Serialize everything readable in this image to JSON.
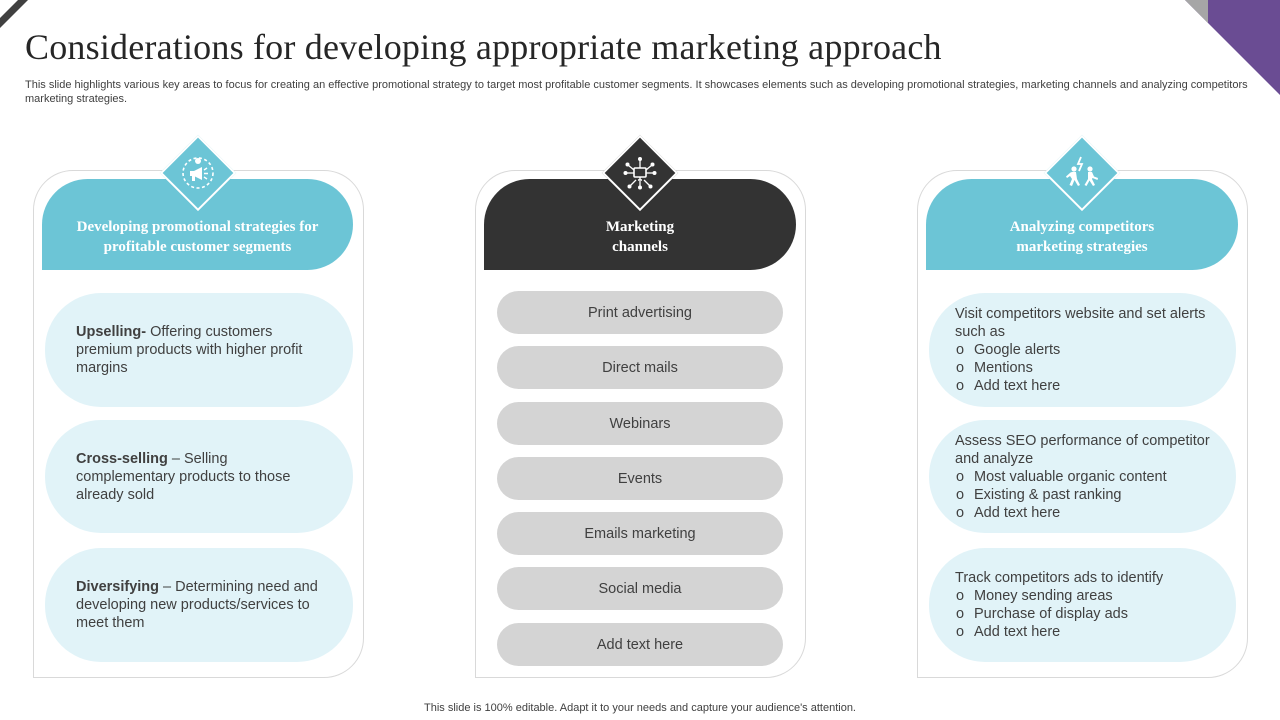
{
  "title": "Considerations for developing appropriate marketing approach",
  "subtitle": "This slide highlights various key areas to focus for creating an effective promotional strategy to target most profitable customer segments. It showcases elements such as developing promotional strategies, marketing channels and analyzing competitors marketing strategies.",
  "footer": "This slide is 100% editable. Adapt it to your needs and capture your audience's attention.",
  "colors": {
    "accent_blue": "#6cc5d6",
    "dark_header": "#333333",
    "light_blue_pill": "#e1f3f8",
    "grey_pill": "#d4d4d4",
    "corner_purple": "#6a4c93"
  },
  "columns": [
    {
      "icon": "megaphone-icon",
      "header": "Developing promotional strategies for profitable customer segments",
      "items": [
        {
          "bold": "Upselling-",
          "text": " Offering customers premium products with higher profit margins"
        },
        {
          "bold": "Cross-selling",
          "text": " – Selling complementary products to those already sold"
        },
        {
          "bold": "Diversifying",
          "text": " – Determining need and developing  new products/services to meet them"
        }
      ]
    },
    {
      "icon": "network-icon",
      "header": "Marketing channels",
      "items": [
        "Print advertising",
        "Direct mails",
        "Webinars",
        "Events",
        "Emails marketing",
        "Social media",
        "Add text here"
      ]
    },
    {
      "icon": "competitors-icon",
      "header": "Analyzing competitors marketing strategies",
      "items": [
        {
          "text": "Visit competitors website and set alerts such as",
          "sub": [
            "Google alerts",
            "Mentions",
            "Add text here"
          ]
        },
        {
          "text": "Assess SEO performance of competitor and analyze",
          "sub": [
            "Most valuable organic content",
            "Existing & past ranking",
            "Add text here"
          ]
        },
        {
          "text": "Track competitors ads to identify",
          "sub": [
            "Money sending areas",
            "Purchase of display ads",
            "Add text here"
          ]
        }
      ]
    }
  ]
}
